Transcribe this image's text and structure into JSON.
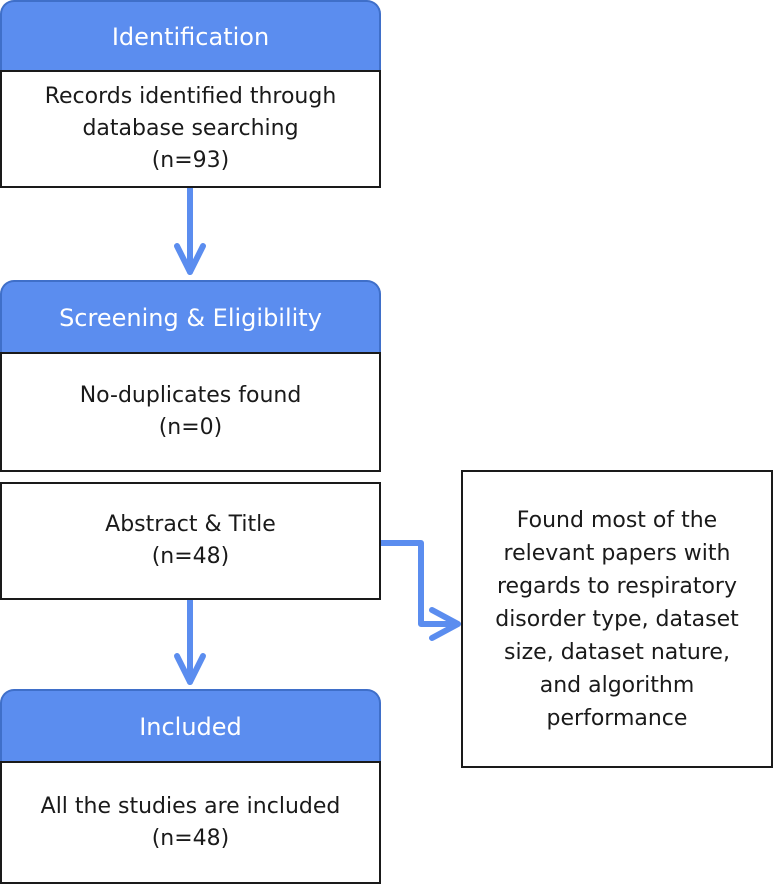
{
  "diagram": {
    "accent_color": "#5b8def",
    "identification": {
      "header": "Identification",
      "body_lines": [
        "Records identified through",
        "database searching",
        "(n=93)"
      ]
    },
    "screening": {
      "header": "Screening & Eligibility",
      "duplicates_lines": [
        "No-duplicates found",
        "(n=0)"
      ],
      "abstract_lines": [
        "Abstract & Title",
        "(n=48)"
      ]
    },
    "included": {
      "header": "Included",
      "body_lines": [
        "All the studies are included",
        "(n=48)"
      ]
    },
    "side_note": {
      "lines": [
        "Found most of the",
        "relevant papers with",
        "regards to respiratory",
        "disorder type, dataset",
        "size, dataset nature,",
        "and algorithm",
        "performance"
      ]
    }
  }
}
